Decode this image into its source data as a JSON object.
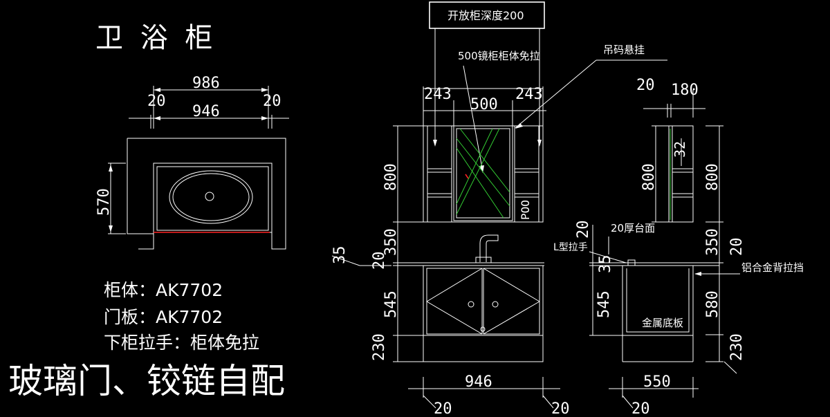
{
  "title": "卫 浴 柜",
  "specs": {
    "cabinet_body": "柜体：AK7702",
    "door_panel": "门板：AK7702",
    "lower_handle": "下柜拉手：柜体免拉"
  },
  "note_big": "玻璃门、铰链自配",
  "labels": {
    "open_cabinet_depth": "开放柜深度200",
    "mirror_cabinet": "500镜柜柜体免拉",
    "hanging_code": "吊码悬挂",
    "countertop": "20厚台面",
    "l_handle": "L型拉手",
    "alu_back": "铝合金背拉挡",
    "metal_bottom": "金属底板"
  },
  "plan_dims": {
    "overall_width": "986",
    "side_left": "20",
    "side_right": "20",
    "inner_width": "946",
    "depth": "570"
  },
  "front_dims": {
    "top_left": "243",
    "top_mid": "500",
    "top_right": "243",
    "h_upper": "800",
    "h_gap": "350",
    "h_counter_35": "35",
    "h_counter_20": "20",
    "h_lower": "545",
    "h_base": "230",
    "bottom_width": "946",
    "bottom_left_20": "20",
    "bottom_right_20": "20",
    "inner_label": "POO"
  },
  "side_dims": {
    "top_20": "20",
    "top_180": "180",
    "h_32": "32",
    "h_800_left": "800",
    "h_800_right": "800",
    "h_20_top": "20",
    "h_35": "35",
    "h_545": "545",
    "h_350": "350",
    "h_20_right": "20",
    "h_580": "580",
    "h_230": "230",
    "bottom_550": "550",
    "bottom_20": "20"
  }
}
